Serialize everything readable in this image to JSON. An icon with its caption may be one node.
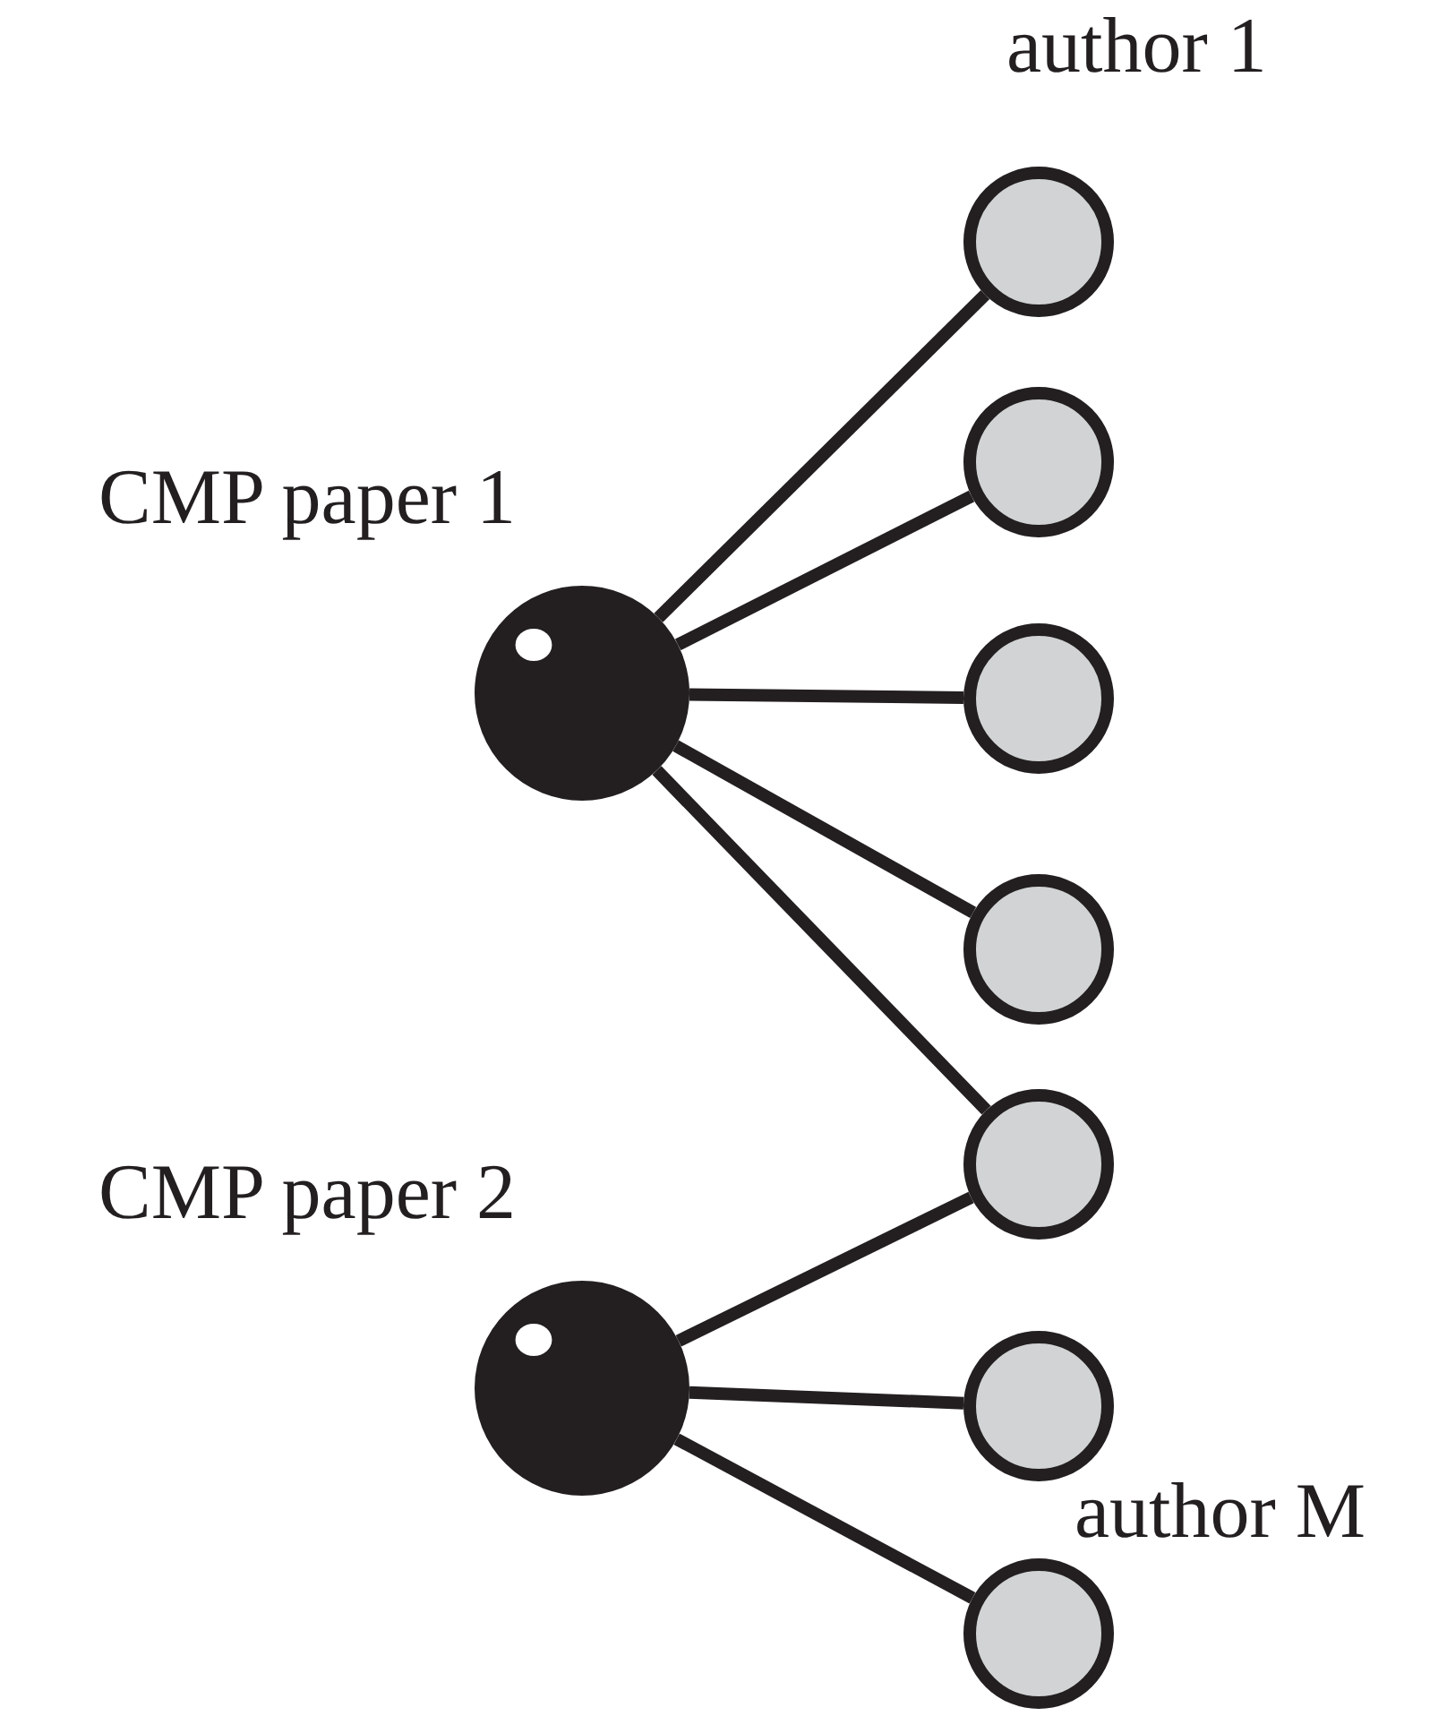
{
  "diagram": {
    "nodes": [
      {
        "text": [
          "author 1"
        ]
      },
      {
        "text": [],
        "shape": "circle"
      },
      {
        "text": [
          "CMP paper 1"
        ]
      },
      {
        "text": [],
        "shape": "circle"
      },
      {
        "text": [],
        "shape": "circle"
      },
      {
        "text": [],
        "shape": "circle"
      },
      {
        "text": [
          "CMP paper 2"
        ]
      },
      {
        "text": [],
        "shape": "circle"
      },
      {
        "text": [
          "author M"
        ]
      }
    ],
    "edges": [
      {
        "from": 2,
        "to": 0,
        "arrow": "none"
      },
      {
        "from": 2,
        "to": 1,
        "arrow": "none"
      },
      {
        "from": 2,
        "to": 3,
        "arrow": "none"
      },
      {
        "from": 2,
        "to": 4,
        "arrow": "none"
      },
      {
        "from": 2,
        "to": 5,
        "arrow": "none"
      },
      {
        "from": 6,
        "to": 5,
        "arrow": "none"
      },
      {
        "from": 6,
        "to": 7,
        "arrow": "none"
      },
      {
        "from": 6,
        "to": 8,
        "arrow": "none"
      }
    ]
  }
}
